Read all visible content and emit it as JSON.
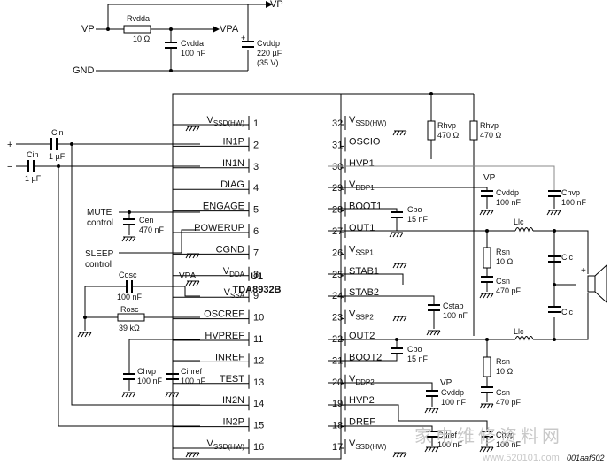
{
  "supply": {
    "vp": "VP",
    "vp_out": "VP",
    "vpa": "VPA",
    "gnd": "GND",
    "rvdda": {
      "name": "Rvdda",
      "value": "10 Ω"
    },
    "cvdda": {
      "name": "Cvdda",
      "value": "100 nF"
    },
    "cvddp": {
      "name": "Cvddp",
      "value": "220 µF",
      "rating": "(35 V)"
    }
  },
  "ic": {
    "ref": "U1",
    "part": "TDA8932B"
  },
  "pins_left": [
    {
      "num": "1",
      "main": "V",
      "sub": "SSD(HW)"
    },
    {
      "num": "2",
      "main": "IN1P",
      "sub": ""
    },
    {
      "num": "3",
      "main": "IN1N",
      "sub": ""
    },
    {
      "num": "4",
      "main": "DIAG",
      "sub": ""
    },
    {
      "num": "5",
      "main": "ENGAGE",
      "sub": ""
    },
    {
      "num": "6",
      "main": "POWERUP",
      "sub": ""
    },
    {
      "num": "7",
      "main": "CGND",
      "sub": ""
    },
    {
      "num": "8",
      "main": "V",
      "sub": "DDA"
    },
    {
      "num": "9",
      "main": "V",
      "sub": "SSA"
    },
    {
      "num": "10",
      "main": "OSCREF",
      "sub": ""
    },
    {
      "num": "11",
      "main": "HVPREF",
      "sub": ""
    },
    {
      "num": "12",
      "main": "INREF",
      "sub": ""
    },
    {
      "num": "13",
      "main": "TEST",
      "sub": ""
    },
    {
      "num": "14",
      "main": "IN2N",
      "sub": ""
    },
    {
      "num": "15",
      "main": "IN2P",
      "sub": ""
    },
    {
      "num": "16",
      "main": "V",
      "sub": "SSD(HW)"
    }
  ],
  "pins_right": [
    {
      "num": "32",
      "main": "V",
      "sub": "SSD(HW)"
    },
    {
      "num": "31",
      "main": "OSCIO",
      "sub": ""
    },
    {
      "num": "30",
      "main": "HVP1",
      "sub": ""
    },
    {
      "num": "29",
      "main": "V",
      "sub": "DDP1"
    },
    {
      "num": "28",
      "main": "BOOT1",
      "sub": ""
    },
    {
      "num": "27",
      "main": "OUT1",
      "sub": ""
    },
    {
      "num": "26",
      "main": "V",
      "sub": "SSP1"
    },
    {
      "num": "25",
      "main": "STAB1",
      "sub": ""
    },
    {
      "num": "24",
      "main": "STAB2",
      "sub": ""
    },
    {
      "num": "23",
      "main": "V",
      "sub": "SSP2"
    },
    {
      "num": "22",
      "main": "OUT2",
      "sub": ""
    },
    {
      "num": "21",
      "main": "BOOT2",
      "sub": ""
    },
    {
      "num": "20",
      "main": "V",
      "sub": "DDP2"
    },
    {
      "num": "19",
      "main": "HVP2",
      "sub": ""
    },
    {
      "num": "18",
      "main": "DREF",
      "sub": ""
    },
    {
      "num": "17",
      "main": "V",
      "sub": "SSD(HW)"
    }
  ],
  "labels": {
    "plus": "+",
    "minus": "−",
    "cin_top": "Cin",
    "cin_top_v": "1 µF",
    "cin_bot": "Cin",
    "cin_bot_v": "1 µF",
    "mute": "MUTE",
    "mute2": "control",
    "sleep": "SLEEP",
    "sleep2": "control",
    "cen": "Cen",
    "cen_v": "470 nF",
    "vpa_in": "VPA",
    "cosc": "Cosc",
    "cosc_v": "100 nF",
    "rosc": "Rosc",
    "rosc_v": "39 kΩ",
    "chvp_l": "Chvp",
    "chvp_l_v": "100 nF",
    "cinref": "Cinref",
    "cinref_v": "100 nF",
    "rhvp1": "Rhvp",
    "rhvp1_v": "470 Ω",
    "rhvp2": "Rhvp",
    "rhvp2_v": "470 Ω",
    "vp_r1": "VP",
    "cvddp_r1": "Cvddp",
    "cvddp_r1_v": "100 nF",
    "chvp_r": "Chvp",
    "chvp_r_v": "100 nF",
    "cbo1": "Cbo",
    "cbo1_v": "15 nF",
    "llc1": "Llc",
    "rsn1": "Rsn",
    "rsn1_v": "10 Ω",
    "csn1": "Csn",
    "csn1_v": "470 pF",
    "clc1": "Clc",
    "clc2": "Clc",
    "cstab": "Cstab",
    "cstab_v": "100 nF",
    "llc2": "Llc",
    "cbo2": "Cbo",
    "cbo2_v": "15 nF",
    "rsn2": "Rsn",
    "rsn2_v": "10 Ω",
    "vp_r2": "VP",
    "cvddp_r2": "Cvddp",
    "cvddp_r2_v": "100 nF",
    "csn2": "Csn",
    "csn2_v": "470 pF",
    "cdref": "Cdref",
    "cdref_v": "100 nF",
    "chvp_r3": "Chvp",
    "chvp_r3_v": "100 nF",
    "figure_id": "001aaf602",
    "watermark": "家电维修资料网",
    "watermark_url": "www.520101.com"
  }
}
